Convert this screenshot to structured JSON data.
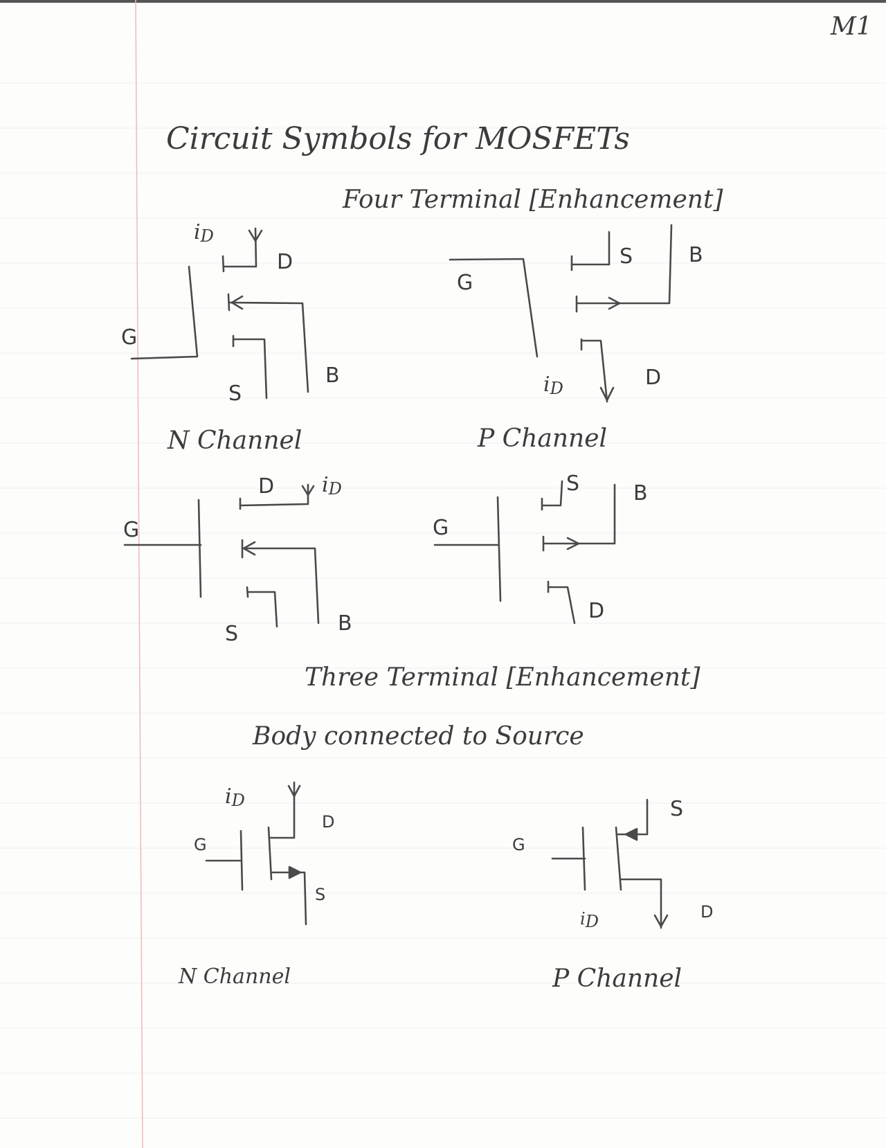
{
  "page": {
    "page_id": "M1",
    "title": "Circuit Symbols for MOSFETs"
  },
  "sections": {
    "four_terminal": "Four Terminal [Enhancement]",
    "three_terminal": "Three Terminal [Enhancement]",
    "body_connected": "Body connected to Source"
  },
  "terminals": {
    "gate": "G",
    "drain": "D",
    "source": "S",
    "body": "B",
    "current_i": "i",
    "current_sub": "D"
  },
  "captions": {
    "four_n": "N Channel",
    "four_p": "P Channel",
    "three_n": "N Channel",
    "three_p": "P Channel"
  },
  "colors": {
    "paper": "#fdfdfb",
    "pencil": "#4a4a4a",
    "margin_line": "#f2b8b8",
    "rule_line": "#eef0f3"
  }
}
